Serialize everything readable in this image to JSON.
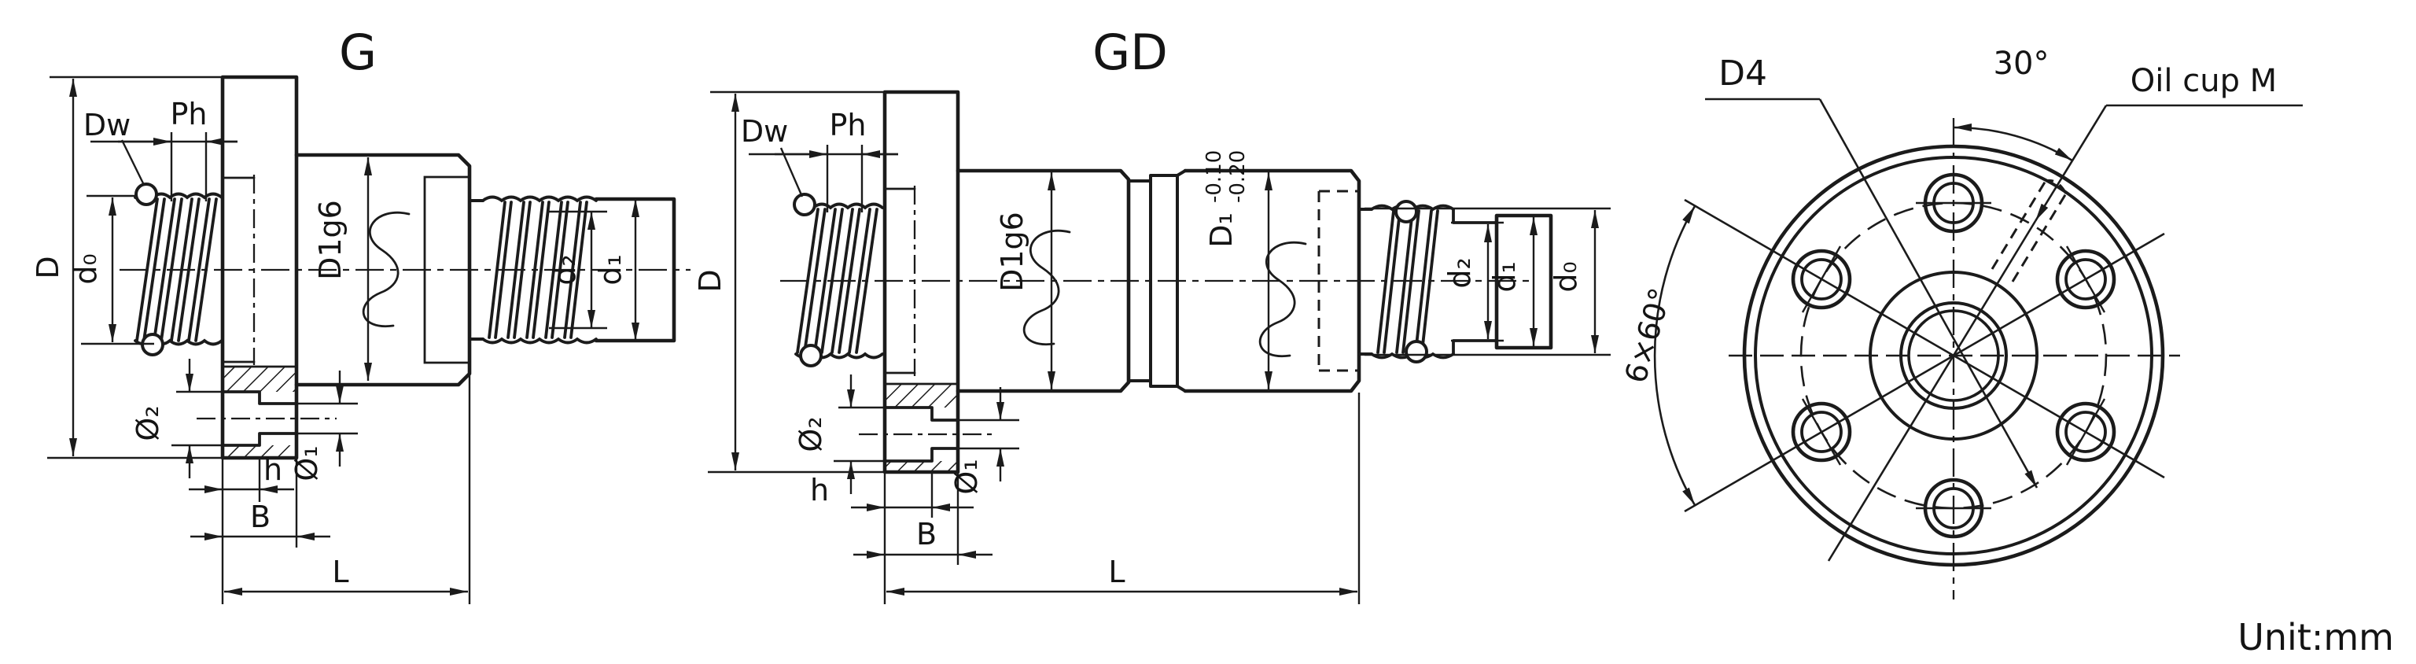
{
  "unit_label": "Unit:mm",
  "g_view": {
    "title": "G",
    "dw": "Dw",
    "ph": "Ph",
    "D": "D",
    "d0": "d₀",
    "D1g6": "D1g6",
    "d2": "d₂",
    "d1": "d₁",
    "phi2": "Ø₂",
    "phi1": "Ø₁",
    "h": "h",
    "B": "B",
    "L": "L"
  },
  "gd_view": {
    "title": "GD",
    "dw": "Dw",
    "ph": "Ph",
    "D": "D",
    "D1g6": "D1g6",
    "D1": "D₁",
    "tol_upper": "-0.10",
    "tol_lower": "-0.20",
    "d2": "d₂",
    "d1": "d₁",
    "d0": "d₀",
    "phi2": "Ø₂",
    "phi1": "Ø₁",
    "h": "h",
    "B": "B",
    "L": "L"
  },
  "flange_view": {
    "D4": "D4",
    "angle": "30°",
    "oil_cup": "Oil cup M",
    "hole_pattern": "6×60°"
  },
  "colors": {
    "line": "#1b1b1b",
    "background": "#ffffff"
  }
}
